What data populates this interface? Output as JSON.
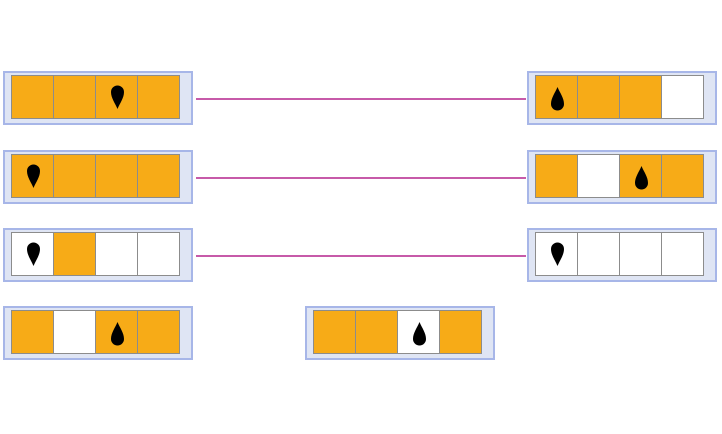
{
  "colors": {
    "filled": "#f7ab17",
    "empty": "#ffffff",
    "frame_fill": "#dfe5f4",
    "frame_border": "#a7b6e8",
    "cell_border": "#8c8c8c",
    "connector": "#c75aa9",
    "marker": "#000000"
  },
  "strips": [
    {
      "id": "left-1",
      "cells": [
        1,
        1,
        1,
        1
      ],
      "marker": {
        "cell": 2,
        "direction": "down"
      }
    },
    {
      "id": "left-2",
      "cells": [
        1,
        1,
        1,
        1
      ],
      "marker": {
        "cell": 0,
        "direction": "down"
      }
    },
    {
      "id": "left-3",
      "cells": [
        0,
        1,
        0,
        0
      ],
      "marker": {
        "cell": 0,
        "direction": "down"
      }
    },
    {
      "id": "left-4",
      "cells": [
        1,
        0,
        1,
        1
      ],
      "marker": {
        "cell": 2,
        "direction": "up"
      }
    },
    {
      "id": "middle-4",
      "cells": [
        1,
        1,
        0,
        1
      ],
      "marker": {
        "cell": 2,
        "direction": "up"
      }
    },
    {
      "id": "right-1",
      "cells": [
        1,
        1,
        1,
        0
      ],
      "marker": {
        "cell": 0,
        "direction": "up"
      }
    },
    {
      "id": "right-2",
      "cells": [
        1,
        0,
        1,
        1
      ],
      "marker": {
        "cell": 2,
        "direction": "up"
      }
    },
    {
      "id": "right-3",
      "cells": [
        0,
        0,
        0,
        0
      ],
      "marker": {
        "cell": 0,
        "direction": "down"
      }
    }
  ],
  "connections": [
    {
      "from": "left-1",
      "to": "right-1"
    },
    {
      "from": "left-2",
      "to": "right-2"
    },
    {
      "from": "left-3",
      "to": "right-3"
    }
  ]
}
